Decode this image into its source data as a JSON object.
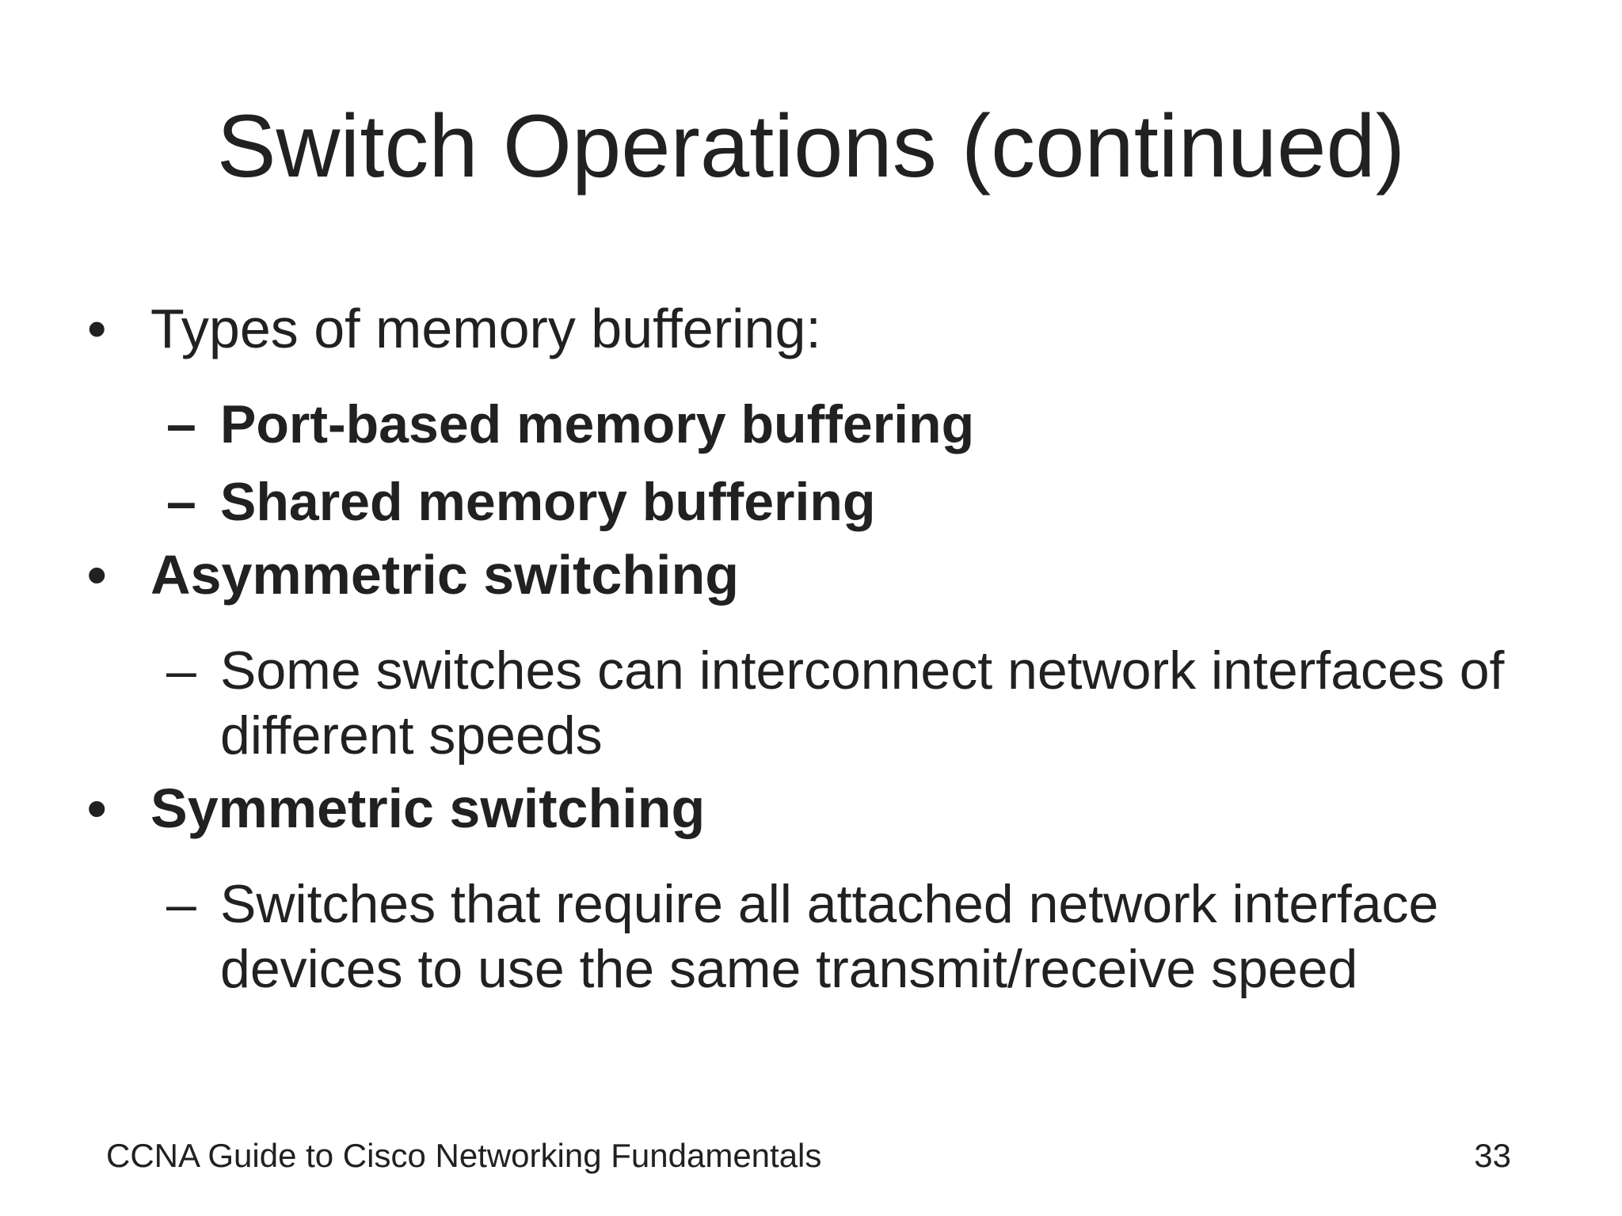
{
  "slide": {
    "title": "Switch Operations (continued)",
    "markers": {
      "level1": "•",
      "level2": "–"
    },
    "bullets": [
      {
        "level": 1,
        "bold": false,
        "text": "Types of memory buffering:"
      },
      {
        "level": 2,
        "bold": true,
        "text": "Port-based memory buffering"
      },
      {
        "level": 2,
        "bold": true,
        "text": "Shared memory buffering"
      },
      {
        "level": 1,
        "bold": true,
        "text": "Asymmetric switching"
      },
      {
        "level": 2,
        "bold": false,
        "text": "Some switches can interconnect network interfaces of different speeds"
      },
      {
        "level": 1,
        "bold": true,
        "text": "Symmetric switching"
      },
      {
        "level": 2,
        "bold": false,
        "text": "Switches that require all attached network interface devices to use the same transmit/receive speed"
      }
    ],
    "footer": {
      "left": "CCNA Guide to Cisco Networking Fundamentals",
      "page_number": "33"
    },
    "colors": {
      "background": "#ffffff",
      "text": "#212121"
    }
  }
}
